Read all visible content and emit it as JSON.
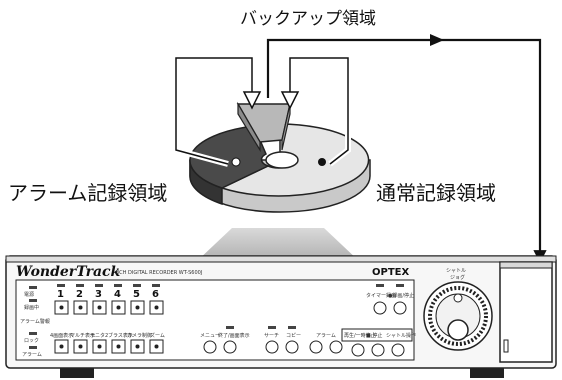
{
  "labels": {
    "backup": "バックアップ領域",
    "alarm": "アラーム記録領域",
    "normal": "通常記録領域"
  },
  "device": {
    "brand": "WonderTrack",
    "model": "8CH DIGITAL RECORDER WT-S600J",
    "maker": "OPTEX",
    "shuttle": "シャトル",
    "jog": "ジョグ",
    "left_indicators": [
      "電源",
      "録画中",
      "アラーム警報",
      "ロック",
      "アラーム"
    ],
    "channels": [
      "1",
      "2",
      "3",
      "4",
      "5",
      "6"
    ],
    "row2_buttons": [
      "4画面表示",
      "マルチ表示",
      "モニタ2",
      "ブラス表示",
      "カメラ制御",
      "ズーム"
    ],
    "menu_buttons": [
      "メニュー",
      "終了/画面表示"
    ],
    "search_buttons": [
      "サーチ",
      "コピー"
    ],
    "playback_alarm": "アラーム",
    "top_right": [
      "タイマー録画",
      "●録画/停止"
    ],
    "bottom_right": [
      "再生/一時停止",
      "■ 停止",
      "シャトル操作"
    ]
  },
  "colors": {
    "backup_region": "#b8b8b8",
    "alarm_region": "#4a4a4a",
    "normal_region": "#e6e6e6"
  }
}
